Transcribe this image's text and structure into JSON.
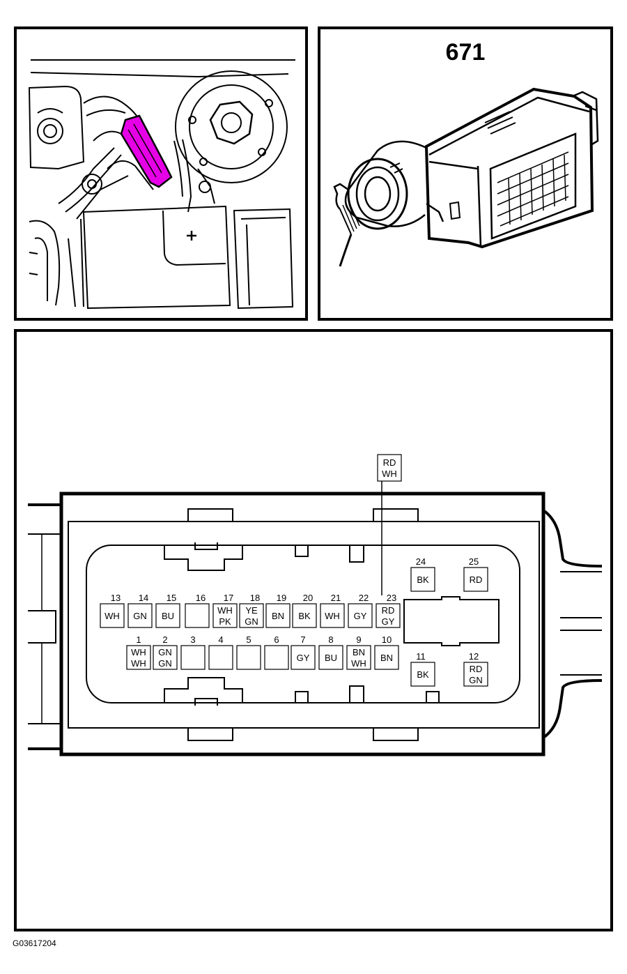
{
  "component_number": "671",
  "figure_id": "G03617204",
  "accent_color": "#e600e6",
  "icons": {
    "location": "engine-bay-location-icon",
    "connector": "connector-harness-icon"
  },
  "pinout": {
    "lead_wire": {
      "top": "RD",
      "bottom": "WH"
    },
    "pins": [
      {
        "num": "1",
        "colors": [
          "WH",
          "WH"
        ]
      },
      {
        "num": "2",
        "colors": [
          "GN",
          "GN"
        ]
      },
      {
        "num": "3",
        "colors": []
      },
      {
        "num": "4",
        "colors": []
      },
      {
        "num": "5",
        "colors": []
      },
      {
        "num": "6",
        "colors": []
      },
      {
        "num": "7",
        "colors": [
          "GY"
        ]
      },
      {
        "num": "8",
        "colors": [
          "BU"
        ]
      },
      {
        "num": "9",
        "colors": [
          "BN",
          "WH"
        ]
      },
      {
        "num": "10",
        "colors": [
          "BN"
        ]
      },
      {
        "num": "11",
        "colors": [
          "BK"
        ]
      },
      {
        "num": "12",
        "colors": [
          "RD",
          "GN"
        ]
      },
      {
        "num": "13",
        "colors": [
          "WH"
        ]
      },
      {
        "num": "14",
        "colors": [
          "GN"
        ]
      },
      {
        "num": "15",
        "colors": [
          "BU"
        ]
      },
      {
        "num": "16",
        "colors": []
      },
      {
        "num": "17",
        "colors": [
          "WH",
          "PK"
        ]
      },
      {
        "num": "18",
        "colors": [
          "YE",
          "GN"
        ]
      },
      {
        "num": "19",
        "colors": [
          "BN"
        ]
      },
      {
        "num": "20",
        "colors": [
          "BK"
        ]
      },
      {
        "num": "21",
        "colors": [
          "WH"
        ]
      },
      {
        "num": "22",
        "colors": [
          "GY"
        ]
      },
      {
        "num": "23",
        "colors": [
          "RD",
          "GY"
        ]
      },
      {
        "num": "24",
        "colors": [
          "BK"
        ]
      },
      {
        "num": "25",
        "colors": [
          "RD"
        ]
      }
    ]
  }
}
